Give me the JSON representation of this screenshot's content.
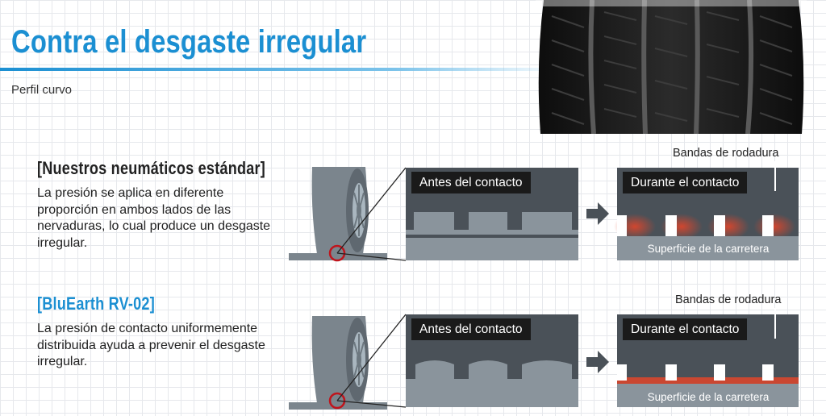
{
  "title": "Contra el desgaste irregular",
  "subtitle": "Perfil curvo",
  "sections": [
    {
      "heading": "[Nuestros neumáticos estándar]",
      "description": "La presión se aplica en diferente proporción en ambos lados de las nervaduras, lo cual produce un desgaste irregular.",
      "label_before": "Antes del contacto",
      "label_during": "Durante el contacto",
      "label_bands": "Bandas de rodadura",
      "label_road": "Superficie de la carretera"
    },
    {
      "heading": "[BluEarth RV-02]",
      "description": "La presión de contacto uniformemente distribuida ayuda a prevenir el desgaste irregular.",
      "label_before": "Antes del contacto",
      "label_during": "Durante el contacto",
      "label_bands": "Bandas de rodadura",
      "label_road": "Superficie de la carretera"
    }
  ],
  "colors": {
    "accent_blue": "#1b8fd2",
    "panel_gray": "#4a5158",
    "road_gray": "#8a949c",
    "pressure_red": "#e0452a",
    "highlight_circle": "#c0141c"
  }
}
